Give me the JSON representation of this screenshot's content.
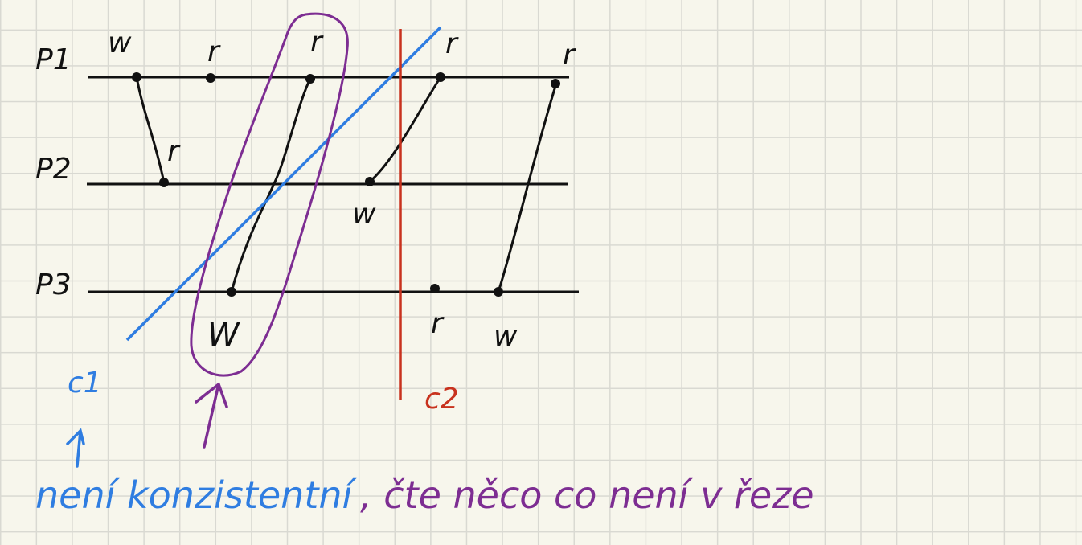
{
  "processes": [
    {
      "id": "p1",
      "label": "P1"
    },
    {
      "id": "p2",
      "label": "P2"
    },
    {
      "id": "p3",
      "label": "P3"
    }
  ],
  "events": [
    {
      "id": "p1-w",
      "process": "p1",
      "op": "w"
    },
    {
      "id": "p1-r1",
      "process": "p1",
      "op": "r"
    },
    {
      "id": "p1-r2",
      "process": "p1",
      "op": "r"
    },
    {
      "id": "p1-r3",
      "process": "p1",
      "op": "r"
    },
    {
      "id": "p1-r4",
      "process": "p1",
      "op": "r"
    },
    {
      "id": "p2-r",
      "process": "p2",
      "op": "r"
    },
    {
      "id": "p2-w",
      "process": "p2",
      "op": "w"
    },
    {
      "id": "p3-w1",
      "process": "p3",
      "op": "W"
    },
    {
      "id": "p3-r",
      "process": "p3",
      "op": "r"
    },
    {
      "id": "p3-w2",
      "process": "p3",
      "op": "w"
    }
  ],
  "messages": [
    {
      "from": "p1-w",
      "to": "p2-r"
    },
    {
      "from": "p3-w1",
      "to": "p1-r2"
    },
    {
      "from": "p2-w",
      "to": "p1-r3"
    },
    {
      "from": "p3-w2",
      "to": "p1-r4"
    }
  ],
  "cuts": [
    {
      "id": "c1",
      "label": "c1",
      "color": "#2f7de1"
    },
    {
      "id": "c2",
      "label": "c2",
      "color": "#c8321e"
    }
  ],
  "notes": {
    "c1_note": "není konzistentní",
    "wrong_read_note": ", čte něco co není v řeze"
  },
  "colors": {
    "ink": "#111111",
    "blue": "#2f7de1",
    "red": "#c8321e",
    "purple": "#7d2d92"
  }
}
